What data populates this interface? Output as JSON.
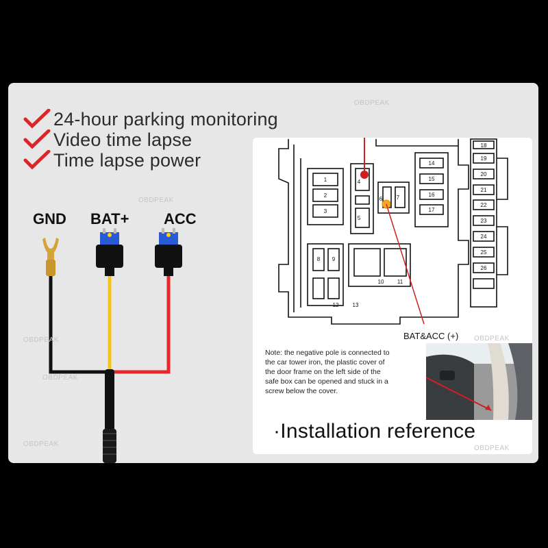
{
  "features": [
    {
      "icon": "checkmark-icon",
      "text": "24-hour parking monitoring"
    },
    {
      "icon": "checkmark-icon",
      "text": "Video time lapse"
    },
    {
      "icon": "checkmark-icon",
      "text": "Time lapse power"
    }
  ],
  "wires": {
    "gnd": {
      "label": "GND",
      "color": "#111111"
    },
    "bat": {
      "label": "BAT+",
      "color": "#f5c518"
    },
    "acc": {
      "label": "ACC",
      "color": "#e8262b"
    }
  },
  "colors": {
    "check": "#d9262a",
    "fuse": "#2a5bd7",
    "connector": "#cc1e1e"
  },
  "fuse_numbers": [
    "1",
    "2",
    "3",
    "4",
    "5",
    "6",
    "7",
    "8",
    "9",
    "10",
    "11",
    "12",
    "13",
    "14",
    "15",
    "16",
    "17",
    "18",
    "19",
    "20",
    "21",
    "22",
    "23",
    "24",
    "25",
    "26"
  ],
  "reference": {
    "bat_acc_label": "BAT&ACC (+)",
    "note": "Note: the negative pole is connected to the car tower iron, the plastic cover of the door frame on the left side of the safe box can be opened and stuck in a screw below the cover.",
    "install_title": "·Installation reference"
  },
  "watermark": "OBDPEAK"
}
